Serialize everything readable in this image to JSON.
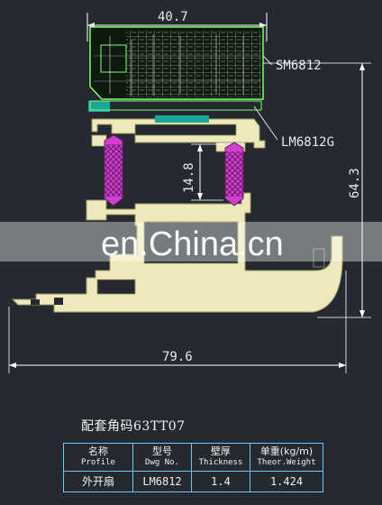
{
  "dimensions": {
    "top_width": "40.7",
    "overall_width": "79.6",
    "overall_height": "64.3",
    "inner_gap": "14.8"
  },
  "labels": {
    "sash": "SM6812",
    "frame": "LM6812G"
  },
  "watermark": "en.China.cn",
  "caption": "配套角码63TT07",
  "table": {
    "headers": [
      {
        "zh": "名称",
        "en": "Profile"
      },
      {
        "zh": "型号",
        "en": "Dwg No."
      },
      {
        "zh": "壁厚",
        "en": "Thickness"
      },
      {
        "zh": "单重(kg/m)",
        "en": "Theor.Weight"
      }
    ],
    "row": [
      "外开扇",
      "LM6812",
      "1.4",
      "1.424"
    ]
  },
  "colors": {
    "background": "#262a30",
    "profile_fill": "#efe8ba",
    "sash_outline": "#7dff70",
    "thermal_strip": "#d23fd0",
    "strip_hatch": "#6b1a6a",
    "gasket": "#19a89a",
    "dimension_line": "#ffffff",
    "table_border": "#6fc3ff"
  }
}
